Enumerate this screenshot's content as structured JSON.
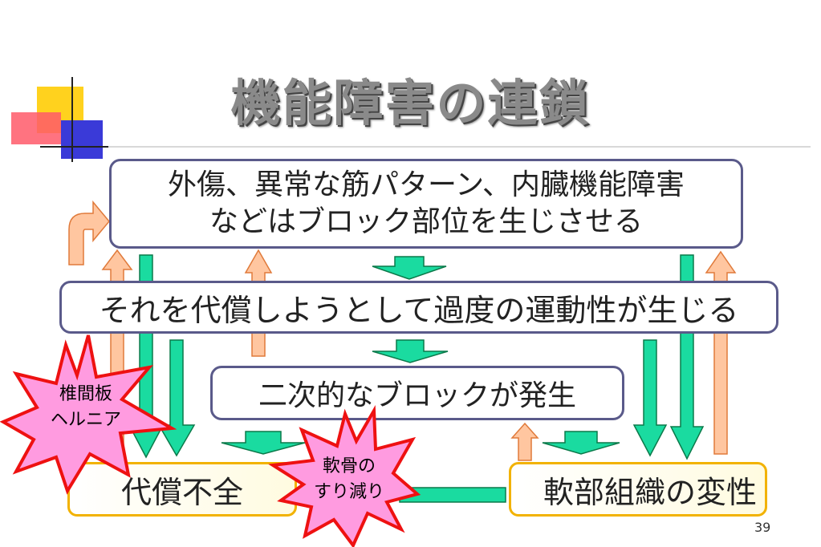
{
  "slide": {
    "title": "機能障害の連鎖",
    "page_number": "39"
  },
  "boxes": {
    "top_line1": "外傷、異常な筋パターン、内臓機能障害",
    "top_line2": "などはブロック部位を生じさせる",
    "middle": "それを代償しようとして過度の運動性が生じる",
    "secondary": "二次的なブロックが発生",
    "left_bottom": "代償不全",
    "right_bottom": "軟部組織の変性"
  },
  "bursts": {
    "left_line1": "椎間板",
    "left_line2": "ヘルニア",
    "center_line1": "軟骨の",
    "center_line2": "すり減り"
  },
  "colors": {
    "down_arrow": "#1adba0",
    "up_arrow": "#ffc6a0",
    "burst_fill": "#ff9be0",
    "burst_stroke": "#ee1111",
    "box_border": "#5a5a8a",
    "yellow_border": "#f2b200"
  }
}
